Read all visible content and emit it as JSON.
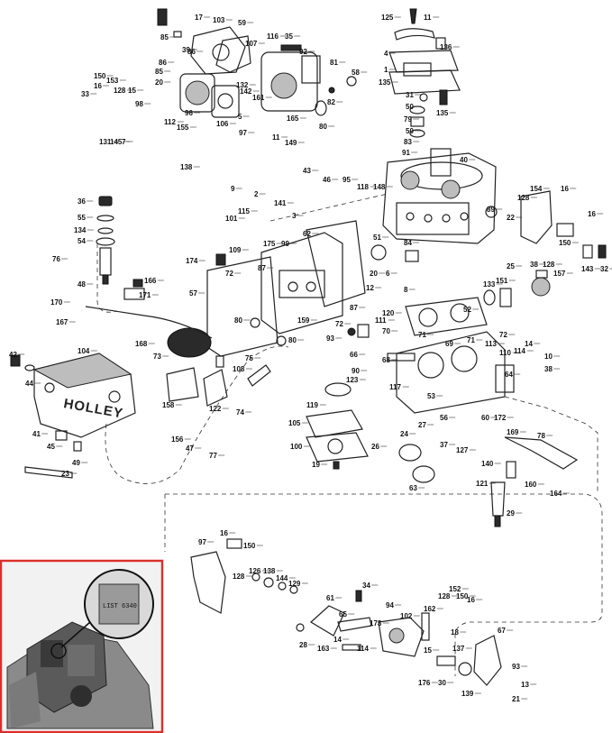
{
  "inset": {
    "tag_text": "LIST 6340"
  },
  "float_bowl": {
    "brand_text": "HOLLEY"
  },
  "part_labels": [
    {
      "id": "p17",
      "text": "17"
    },
    {
      "id": "p103",
      "text": "103"
    },
    {
      "id": "p59",
      "text": "59"
    },
    {
      "id": "p85a",
      "text": "85"
    },
    {
      "id": "p39",
      "text": "39"
    },
    {
      "id": "p86a",
      "text": "86"
    },
    {
      "id": "p86b",
      "text": "86"
    },
    {
      "id": "p85b",
      "text": "85"
    },
    {
      "id": "p20",
      "text": "20"
    },
    {
      "id": "p96",
      "text": "96"
    },
    {
      "id": "p107",
      "text": "107"
    },
    {
      "id": "p116",
      "text": "116"
    },
    {
      "id": "p35",
      "text": "35"
    },
    {
      "id": "p92",
      "text": "92"
    },
    {
      "id": "p132",
      "text": "132"
    },
    {
      "id": "p142",
      "text": "142"
    },
    {
      "id": "p161",
      "text": "161"
    },
    {
      "id": "p81",
      "text": "81"
    },
    {
      "id": "p58",
      "text": "58"
    },
    {
      "id": "p11a",
      "text": "11"
    },
    {
      "id": "p125",
      "text": "125"
    },
    {
      "id": "p136",
      "text": "136"
    },
    {
      "id": "p4",
      "text": "4"
    },
    {
      "id": "p1",
      "text": "1"
    },
    {
      "id": "p135a",
      "text": "135"
    },
    {
      "id": "p31",
      "text": "31"
    },
    {
      "id": "p50a",
      "text": "50"
    },
    {
      "id": "p135b",
      "text": "135"
    },
    {
      "id": "p79",
      "text": "79"
    },
    {
      "id": "p50b",
      "text": "50"
    },
    {
      "id": "p83",
      "text": "83"
    },
    {
      "id": "p91",
      "text": "91"
    },
    {
      "id": "p40",
      "text": "40"
    },
    {
      "id": "p33",
      "text": "33"
    },
    {
      "id": "p150a",
      "text": "150"
    },
    {
      "id": "p16a",
      "text": "16"
    },
    {
      "id": "p153",
      "text": "153"
    },
    {
      "id": "p128a",
      "text": "128"
    },
    {
      "id": "p15a",
      "text": "15"
    },
    {
      "id": "p98",
      "text": "98"
    },
    {
      "id": "p112",
      "text": "112"
    },
    {
      "id": "p155",
      "text": "155"
    },
    {
      "id": "p131",
      "text": "131"
    },
    {
      "id": "p145",
      "text": "145"
    },
    {
      "id": "p7",
      "text": "7"
    },
    {
      "id": "p138a",
      "text": "138"
    },
    {
      "id": "p106",
      "text": "106"
    },
    {
      "id": "p165",
      "text": "165"
    },
    {
      "id": "p80a",
      "text": "80"
    },
    {
      "id": "p82",
      "text": "82"
    },
    {
      "id": "p5",
      "text": "5"
    },
    {
      "id": "p97a",
      "text": "97"
    },
    {
      "id": "p11b",
      "text": "11"
    },
    {
      "id": "p149",
      "text": "149"
    },
    {
      "id": "p43",
      "text": "43"
    },
    {
      "id": "p46",
      "text": "46"
    },
    {
      "id": "p95",
      "text": "95"
    },
    {
      "id": "p118",
      "text": "118"
    },
    {
      "id": "p148",
      "text": "148"
    },
    {
      "id": "p9",
      "text": "9"
    },
    {
      "id": "p2",
      "text": "2"
    },
    {
      "id": "p141",
      "text": "141"
    },
    {
      "id": "p3",
      "text": "3"
    },
    {
      "id": "p89",
      "text": "89"
    },
    {
      "id": "p22",
      "text": "22"
    },
    {
      "id": "p154",
      "text": "154"
    },
    {
      "id": "p16b",
      "text": "16"
    },
    {
      "id": "p128b",
      "text": "128"
    },
    {
      "id": "p16c",
      "text": "16"
    },
    {
      "id": "p36",
      "text": "36"
    },
    {
      "id": "p55",
      "text": "55"
    },
    {
      "id": "p134",
      "text": "134"
    },
    {
      "id": "p54",
      "text": "54"
    },
    {
      "id": "p76",
      "text": "76"
    },
    {
      "id": "p48",
      "text": "48"
    },
    {
      "id": "p115",
      "text": "115"
    },
    {
      "id": "p101",
      "text": "101"
    },
    {
      "id": "p175",
      "text": "175"
    },
    {
      "id": "p109",
      "text": "109"
    },
    {
      "id": "p99",
      "text": "99"
    },
    {
      "id": "p62",
      "text": "62"
    },
    {
      "id": "p51",
      "text": "51"
    },
    {
      "id": "p84",
      "text": "84"
    },
    {
      "id": "p150b",
      "text": "150"
    },
    {
      "id": "p38a",
      "text": "38"
    },
    {
      "id": "p128c",
      "text": "128"
    },
    {
      "id": "p143",
      "text": "143"
    },
    {
      "id": "p32",
      "text": "32"
    },
    {
      "id": "p174",
      "text": "174"
    },
    {
      "id": "p72a",
      "text": "72"
    },
    {
      "id": "p87a",
      "text": "87"
    },
    {
      "id": "p20b",
      "text": "20"
    },
    {
      "id": "p6",
      "text": "6"
    },
    {
      "id": "p25",
      "text": "25"
    },
    {
      "id": "p133",
      "text": "133"
    },
    {
      "id": "p151",
      "text": "151"
    },
    {
      "id": "p157",
      "text": "157"
    },
    {
      "id": "p166",
      "text": "166"
    },
    {
      "id": "p171",
      "text": "171"
    },
    {
      "id": "p170",
      "text": "170"
    },
    {
      "id": "p167",
      "text": "167"
    },
    {
      "id": "p57",
      "text": "57"
    },
    {
      "id": "p8",
      "text": "8"
    },
    {
      "id": "p12",
      "text": "12"
    },
    {
      "id": "p120",
      "text": "120"
    },
    {
      "id": "p52",
      "text": "52"
    },
    {
      "id": "p80b",
      "text": "80"
    },
    {
      "id": "p159",
      "text": "159"
    },
    {
      "id": "p72b",
      "text": "72"
    },
    {
      "id": "p87b",
      "text": "87"
    },
    {
      "id": "p111",
      "text": "111"
    },
    {
      "id": "p168",
      "text": "168"
    },
    {
      "id": "p80c",
      "text": "80"
    },
    {
      "id": "p93",
      "text": "93"
    },
    {
      "id": "p66",
      "text": "66"
    },
    {
      "id": "p70",
      "text": "70"
    },
    {
      "id": "p71a",
      "text": "71"
    },
    {
      "id": "p69",
      "text": "69"
    },
    {
      "id": "p71b",
      "text": "71"
    },
    {
      "id": "p72c",
      "text": "72"
    },
    {
      "id": "p113",
      "text": "113"
    },
    {
      "id": "p114a",
      "text": "114"
    },
    {
      "id": "p14a",
      "text": "14"
    },
    {
      "id": "p110",
      "text": "110"
    },
    {
      "id": "p10",
      "text": "10"
    },
    {
      "id": "p104",
      "text": "104"
    },
    {
      "id": "p73",
      "text": "73"
    },
    {
      "id": "p75",
      "text": "75"
    },
    {
      "id": "p108",
      "text": "108"
    },
    {
      "id": "p68",
      "text": "68"
    },
    {
      "id": "p64",
      "text": "64"
    },
    {
      "id": "p38b",
      "text": "38"
    },
    {
      "id": "p42",
      "text": "42"
    },
    {
      "id": "p44",
      "text": "44"
    },
    {
      "id": "p90",
      "text": "90"
    },
    {
      "id": "p123",
      "text": "123"
    },
    {
      "id": "p117",
      "text": "117"
    },
    {
      "id": "p53",
      "text": "53"
    },
    {
      "id": "p74",
      "text": "74"
    },
    {
      "id": "p158",
      "text": "158"
    },
    {
      "id": "p122",
      "text": "122"
    },
    {
      "id": "p119",
      "text": "119"
    },
    {
      "id": "p27",
      "text": "27"
    },
    {
      "id": "p56",
      "text": "56"
    },
    {
      "id": "p60",
      "text": "60"
    },
    {
      "id": "p172",
      "text": "172"
    },
    {
      "id": "p156",
      "text": "156"
    },
    {
      "id": "p47",
      "text": "47"
    },
    {
      "id": "p77",
      "text": "77"
    },
    {
      "id": "p105",
      "text": "105"
    },
    {
      "id": "p24",
      "text": "24"
    },
    {
      "id": "p169",
      "text": "169"
    },
    {
      "id": "p78",
      "text": "78"
    },
    {
      "id": "p41",
      "text": "41"
    },
    {
      "id": "p45",
      "text": "45"
    },
    {
      "id": "p100",
      "text": "100"
    },
    {
      "id": "p26",
      "text": "26"
    },
    {
      "id": "p37",
      "text": "37"
    },
    {
      "id": "p127",
      "text": "127"
    },
    {
      "id": "p49",
      "text": "49"
    },
    {
      "id": "p19",
      "text": "19"
    },
    {
      "id": "p140",
      "text": "140"
    },
    {
      "id": "p23",
      "text": "23"
    },
    {
      "id": "p63",
      "text": "63"
    },
    {
      "id": "p121",
      "text": "121"
    },
    {
      "id": "p160",
      "text": "160"
    },
    {
      "id": "p164",
      "text": "164"
    },
    {
      "id": "p29",
      "text": "29"
    },
    {
      "id": "p97b",
      "text": "97"
    },
    {
      "id": "p16d",
      "text": "16"
    },
    {
      "id": "p150c",
      "text": "150"
    },
    {
      "id": "p128d",
      "text": "128"
    },
    {
      "id": "p126",
      "text": "126"
    },
    {
      "id": "p138b",
      "text": "138"
    },
    {
      "id": "p144",
      "text": "144"
    },
    {
      "id": "p129",
      "text": "129"
    },
    {
      "id": "p34",
      "text": "34"
    },
    {
      "id": "p61",
      "text": "61"
    },
    {
      "id": "p94",
      "text": "94"
    },
    {
      "id": "p128e",
      "text": "128"
    },
    {
      "id": "p152",
      "text": "152"
    },
    {
      "id": "p150d",
      "text": "150"
    },
    {
      "id": "p16e",
      "text": "16"
    },
    {
      "id": "p102",
      "text": "102"
    },
    {
      "id": "p162",
      "text": "162"
    },
    {
      "id": "p65",
      "text": "65"
    },
    {
      "id": "p173",
      "text": "173"
    },
    {
      "id": "p18",
      "text": "18"
    },
    {
      "id": "p28",
      "text": "28"
    },
    {
      "id": "p163",
      "text": "163"
    },
    {
      "id": "p14b",
      "text": "14"
    },
    {
      "id": "p114b",
      "text": "114"
    },
    {
      "id": "p15b",
      "text": "15"
    },
    {
      "id": "p67",
      "text": "67"
    },
    {
      "id": "p137",
      "text": "137"
    },
    {
      "id": "p30",
      "text": "30"
    },
    {
      "id": "p176",
      "text": "176"
    },
    {
      "id": "p139",
      "text": "139"
    },
    {
      "id": "p93b",
      "text": "93"
    },
    {
      "id": "p13",
      "text": "13"
    },
    {
      "id": "p21",
      "text": "21"
    }
  ]
}
